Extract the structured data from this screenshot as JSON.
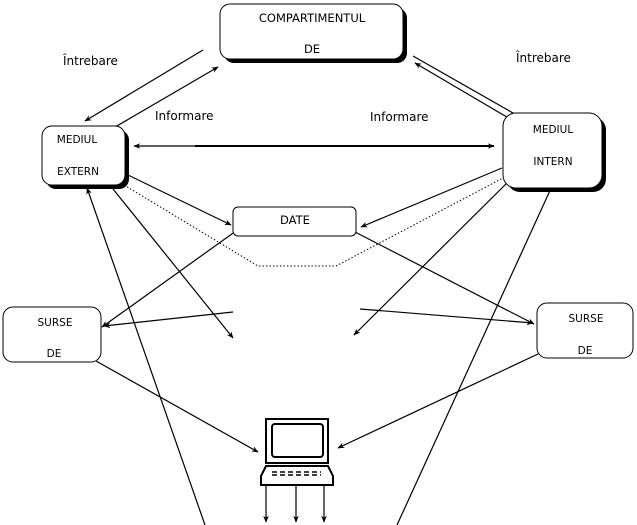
{
  "diagram": {
    "nodes": {
      "compartiment": {
        "line1": "COMPARTIMENTUL",
        "line2": "DE"
      },
      "mediul_extern": {
        "line1": "MEDIUL",
        "line2": "EXTERN"
      },
      "mediul_intern": {
        "line1": "MEDIUL",
        "line2": "INTERN"
      },
      "date": {
        "label": "DATE"
      },
      "surse_left": {
        "line1": "SURSE",
        "line2": "DE"
      },
      "surse_right": {
        "line1": "SURSE",
        "line2": "DE"
      },
      "computer": {
        "icon": "computer-icon"
      }
    },
    "labels": {
      "intrebare_left": "Întrebare",
      "intrebare_right": "Întrebare",
      "informare_left": "Informare",
      "informare_right": "Informare"
    }
  }
}
